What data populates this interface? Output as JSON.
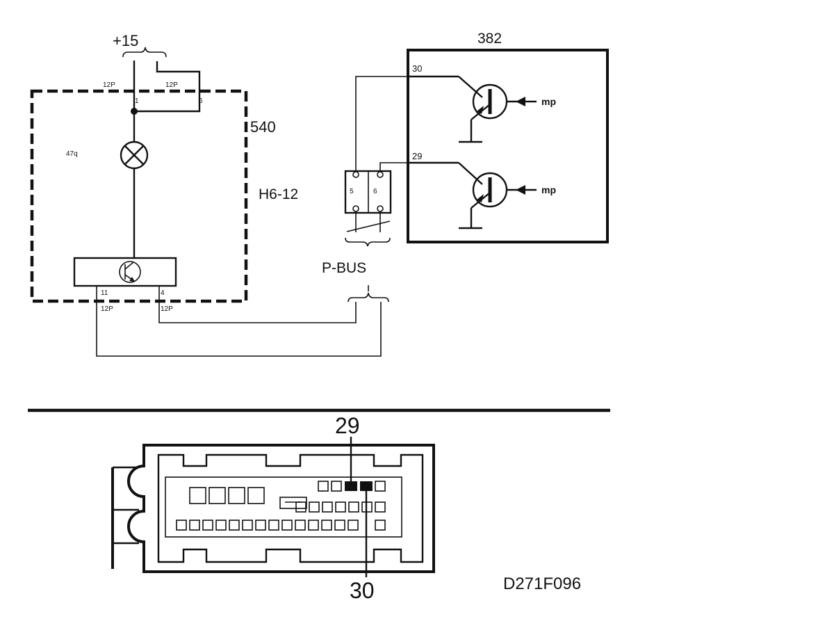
{
  "supply_label": "+15",
  "ecu": {
    "id": "540",
    "sub_label": "H6-12",
    "lamp_code": "47q",
    "connector_code": "12P",
    "pins": {
      "top_left": "1",
      "top_right": "6",
      "bottom_left": "11",
      "bottom_right": "4"
    }
  },
  "module": {
    "id": "382",
    "pin_upper": "30",
    "pin_lower": "29",
    "input_label": "mp"
  },
  "bus": {
    "label": "P-BUS",
    "pin_left": "5",
    "pin_right": "6"
  },
  "connector_view": {
    "callout_top": "29",
    "callout_bottom": "30"
  },
  "drawing_code": "D271F096"
}
